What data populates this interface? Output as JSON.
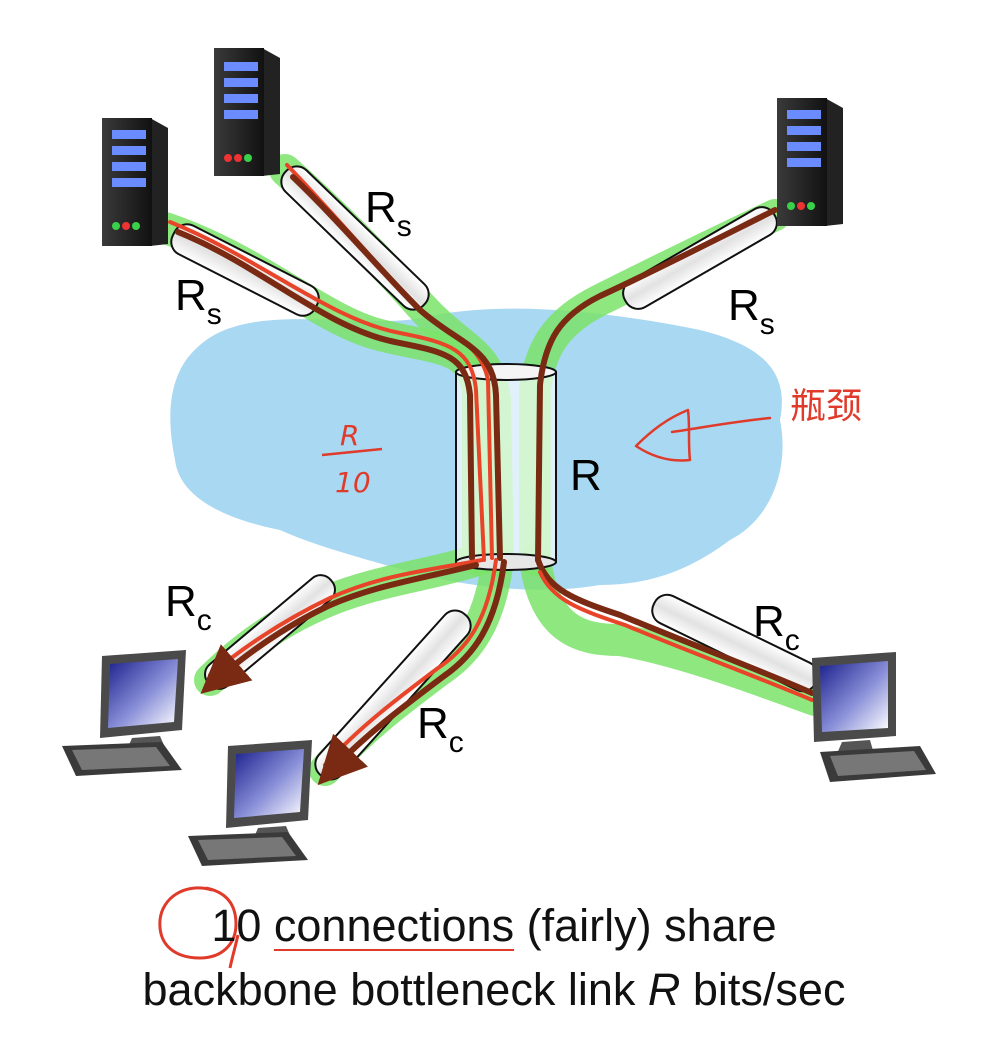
{
  "link_labels": {
    "server_left_upper": {
      "main": "R",
      "sub": "s"
    },
    "server_top": {
      "main": "R",
      "sub": "s"
    },
    "server_right": {
      "main": "R",
      "sub": "s"
    },
    "client_left_upper": {
      "main": "R",
      "sub": "c"
    },
    "client_left_lower": {
      "main": "R",
      "sub": "c"
    },
    "client_right": {
      "main": "R",
      "sub": "c"
    },
    "backbone": "R"
  },
  "annotations": {
    "fraction_numerator": "R",
    "fraction_denominator": "10",
    "handwritten_note": "瓶颈"
  },
  "caption": {
    "line1_number": "10",
    "line1_underlined": "connections",
    "line1_rest": "(fairly) share",
    "line2_before": "backbone bottleneck link",
    "line2_italic": "R",
    "line2_after": "bits/sec"
  },
  "colors": {
    "cloud": "#a9d8f2",
    "highlight": "#7be36a",
    "path_red": "#e8442a",
    "path_brown": "#7a2a12",
    "ink_red": "#e03a2a"
  }
}
